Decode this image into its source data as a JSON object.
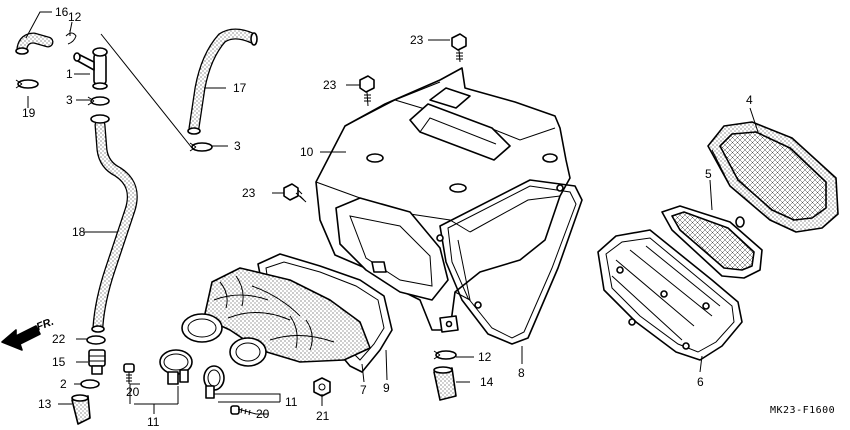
{
  "diagram": {
    "drawing_code": "MK23-F1600",
    "direction_label": "FR.",
    "callouts": [
      {
        "id": "c1",
        "text": "1"
      },
      {
        "id": "c2",
        "text": "2"
      },
      {
        "id": "c3a",
        "text": "3"
      },
      {
        "id": "c3b",
        "text": "3"
      },
      {
        "id": "c4",
        "text": "4"
      },
      {
        "id": "c5",
        "text": "5"
      },
      {
        "id": "c6",
        "text": "6"
      },
      {
        "id": "c7",
        "text": "7"
      },
      {
        "id": "c8",
        "text": "8"
      },
      {
        "id": "c9",
        "text": "9"
      },
      {
        "id": "c10",
        "text": "10"
      },
      {
        "id": "c11a",
        "text": "11"
      },
      {
        "id": "c11b",
        "text": "11"
      },
      {
        "id": "c12a",
        "text": "12"
      },
      {
        "id": "c12b",
        "text": "12"
      },
      {
        "id": "c13",
        "text": "13"
      },
      {
        "id": "c14",
        "text": "14"
      },
      {
        "id": "c15",
        "text": "15"
      },
      {
        "id": "c16",
        "text": "16"
      },
      {
        "id": "c17",
        "text": "17"
      },
      {
        "id": "c18",
        "text": "18"
      },
      {
        "id": "c19",
        "text": "19"
      },
      {
        "id": "c20a",
        "text": "20"
      },
      {
        "id": "c20b",
        "text": "20"
      },
      {
        "id": "c21",
        "text": "21"
      },
      {
        "id": "c22",
        "text": "22"
      },
      {
        "id": "c23a",
        "text": "23"
      },
      {
        "id": "c23b",
        "text": "23"
      },
      {
        "id": "c23c",
        "text": "23"
      }
    ]
  }
}
